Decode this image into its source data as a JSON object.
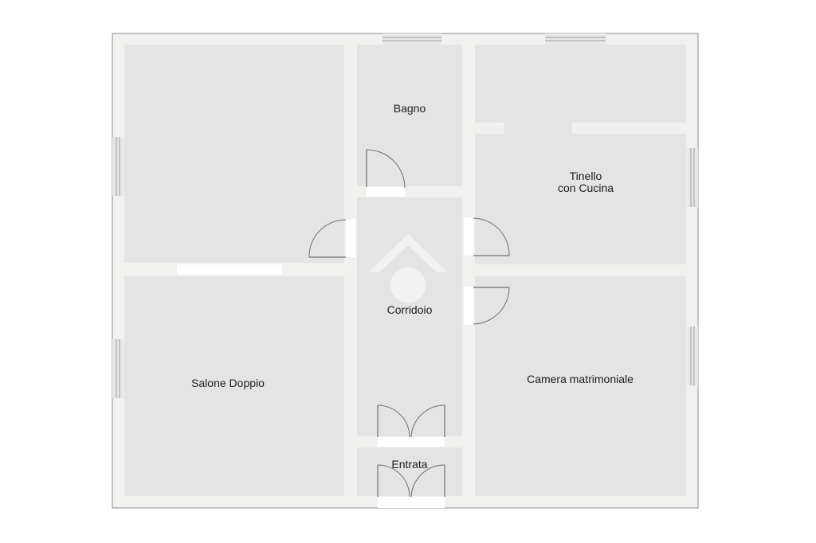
{
  "floor_plan": {
    "rooms": {
      "bagno": "Bagno",
      "tinello_line1": "Tinello",
      "tinello_line2": "con Cucina",
      "corridoio": "Corridoio",
      "salone": "Salone Doppio",
      "camera": "Camera matrimoniale",
      "entrata": "Entrata"
    },
    "colors": {
      "room_fill": "#e4e4e4",
      "wall_fill": "#f1f1ef",
      "wall_stroke": "#8e8e8e",
      "label_text": "#1e1e1e",
      "watermark": "#ffffff"
    }
  }
}
